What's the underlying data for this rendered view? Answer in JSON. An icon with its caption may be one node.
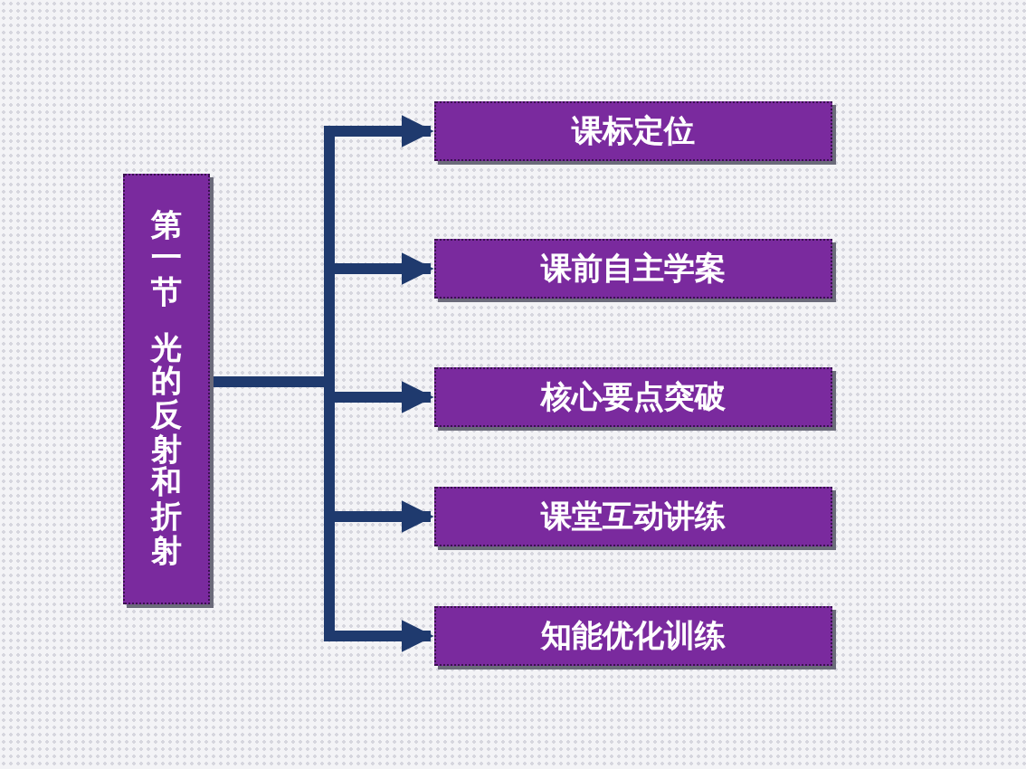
{
  "diagram": {
    "nodes": [
      {
        "text": [
          "第一节",
          "光的反射和折射"
        ]
      },
      {
        "text": [
          "课标定位"
        ]
      },
      {
        "text": [
          "课前自主学案"
        ]
      },
      {
        "text": [
          "核心要点突破"
        ]
      },
      {
        "text": [
          "课堂互动讲练"
        ]
      },
      {
        "text": [
          "知能优化训练"
        ]
      }
    ],
    "edges": [
      {
        "from": 0,
        "to": 1,
        "arrow": "to"
      },
      {
        "from": 0,
        "to": 2,
        "arrow": "to"
      },
      {
        "from": 0,
        "to": 3,
        "arrow": "to"
      },
      {
        "from": 0,
        "to": 4,
        "arrow": "to"
      },
      {
        "from": 0,
        "to": 5,
        "arrow": "to"
      }
    ]
  }
}
